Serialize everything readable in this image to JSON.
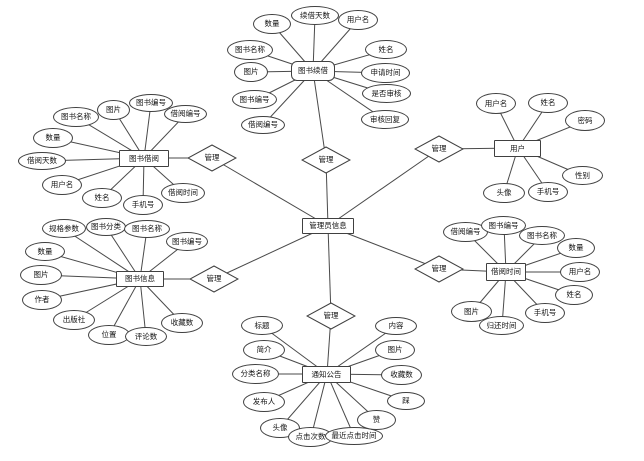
{
  "diagram": {
    "center_entity": {
      "label": "管理员信息"
    },
    "relation_label": "管理",
    "entities": [
      {
        "id": "book-renewal",
        "label": "图书续借",
        "attributes": [
          "数量",
          "续借天数",
          "用户名",
          "图书名称",
          "图片",
          "图书编号",
          "借阅编号",
          "姓名",
          "申请时间",
          "是否审核",
          "审核回复"
        ]
      },
      {
        "id": "book-borrowing",
        "label": "图书借阅",
        "attributes": [
          "图书名称",
          "图片",
          "图书编号",
          "借阅编号",
          "数量",
          "借阅天数",
          "用户名",
          "姓名",
          "手机号",
          "借阅时间"
        ]
      },
      {
        "id": "book-info",
        "label": "图书信息",
        "attributes": [
          "规格参数",
          "图书分类",
          "图书名称",
          "图书编号",
          "数量",
          "图片",
          "作者",
          "出版社",
          "位置",
          "评论数",
          "收藏数"
        ]
      },
      {
        "id": "user",
        "label": "用户",
        "attributes": [
          "用户名",
          "姓名",
          "密码",
          "性别",
          "手机号",
          "头像"
        ]
      },
      {
        "id": "borrow-time",
        "label": "借阅时间",
        "attributes": [
          "借阅编号",
          "图书编号",
          "图书名称",
          "数量",
          "用户名",
          "姓名",
          "手机号",
          "归还时间",
          "图片"
        ]
      },
      {
        "id": "notice",
        "label": "通知公告",
        "attributes": [
          "标题",
          "简介",
          "分类名称",
          "发布人",
          "头像",
          "点击次数",
          "最近点击时间",
          "赞",
          "踩",
          "收藏数",
          "图片",
          "内容"
        ]
      }
    ]
  }
}
